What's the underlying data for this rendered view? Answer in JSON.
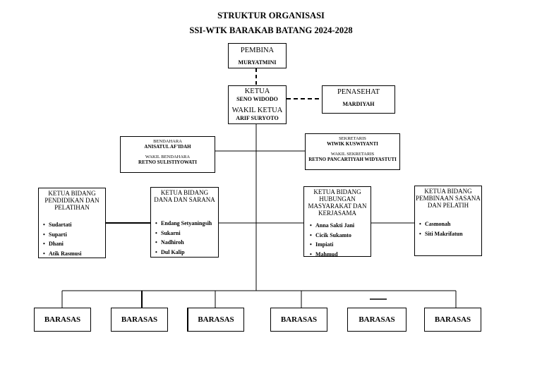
{
  "title": {
    "line1": "STRUKTUR ORGANISASI",
    "line2": "SSI-WTK BARAKAB BATANG 2024-2028"
  },
  "pembina": {
    "label": "PEMBINA",
    "name": "MURYATMINI"
  },
  "ketua": {
    "label": "KETUA",
    "name": "SENO WIDODO",
    "wakil_label": "WAKIL KETUA",
    "wakil_name": "ARIF SURYOTO"
  },
  "penasehat": {
    "label": "PENASEHAT",
    "name": "MARDIYAH"
  },
  "bendahara": {
    "label": "BENDAHARA",
    "name": "ANISATUL AF'IDAH",
    "wakil_label": "WAKIL BENDAHARA",
    "wakil_name": "RETNO SULISTIYOWATI"
  },
  "sekretaris": {
    "label": "SEKRETARIS",
    "name": "WIWIK KUSWIYANTI",
    "wakil_label": "WAKIL SEKRETARIS",
    "wakil_name": "RETNO PANCARTIYAH WIDYASTUTI"
  },
  "bidang": [
    {
      "title": "KETUA BIDANG PENDIDIKAN DAN PELATIHAN",
      "members": [
        "Sudartati",
        "Suparti",
        "Dhani",
        "Atik Rasmusi"
      ]
    },
    {
      "title": "KETUA BIDANG DANA DAN SARANA",
      "members": [
        "Endang Setyaningsih",
        "Sukarni",
        "Nadhiroh",
        "Dul Kalip"
      ]
    },
    {
      "title": "KETUA BIDANG HUBUNGAN MASYARAKAT DAN KERJASAMA",
      "members": [
        "Anna Sakti Jani",
        "Cicik Sukamto",
        "Impiati",
        "Mahmud"
      ]
    },
    {
      "title": "KETUA BIDANG PEMBINAAN SASANA DAN PELATIH",
      "members": [
        "Casmonah",
        "Siti Makrifatun"
      ]
    }
  ],
  "barasas": [
    "BARASAS",
    "BARASAS",
    "BARASAS",
    "BARASAS",
    "BARASAS",
    "BARASAS"
  ]
}
